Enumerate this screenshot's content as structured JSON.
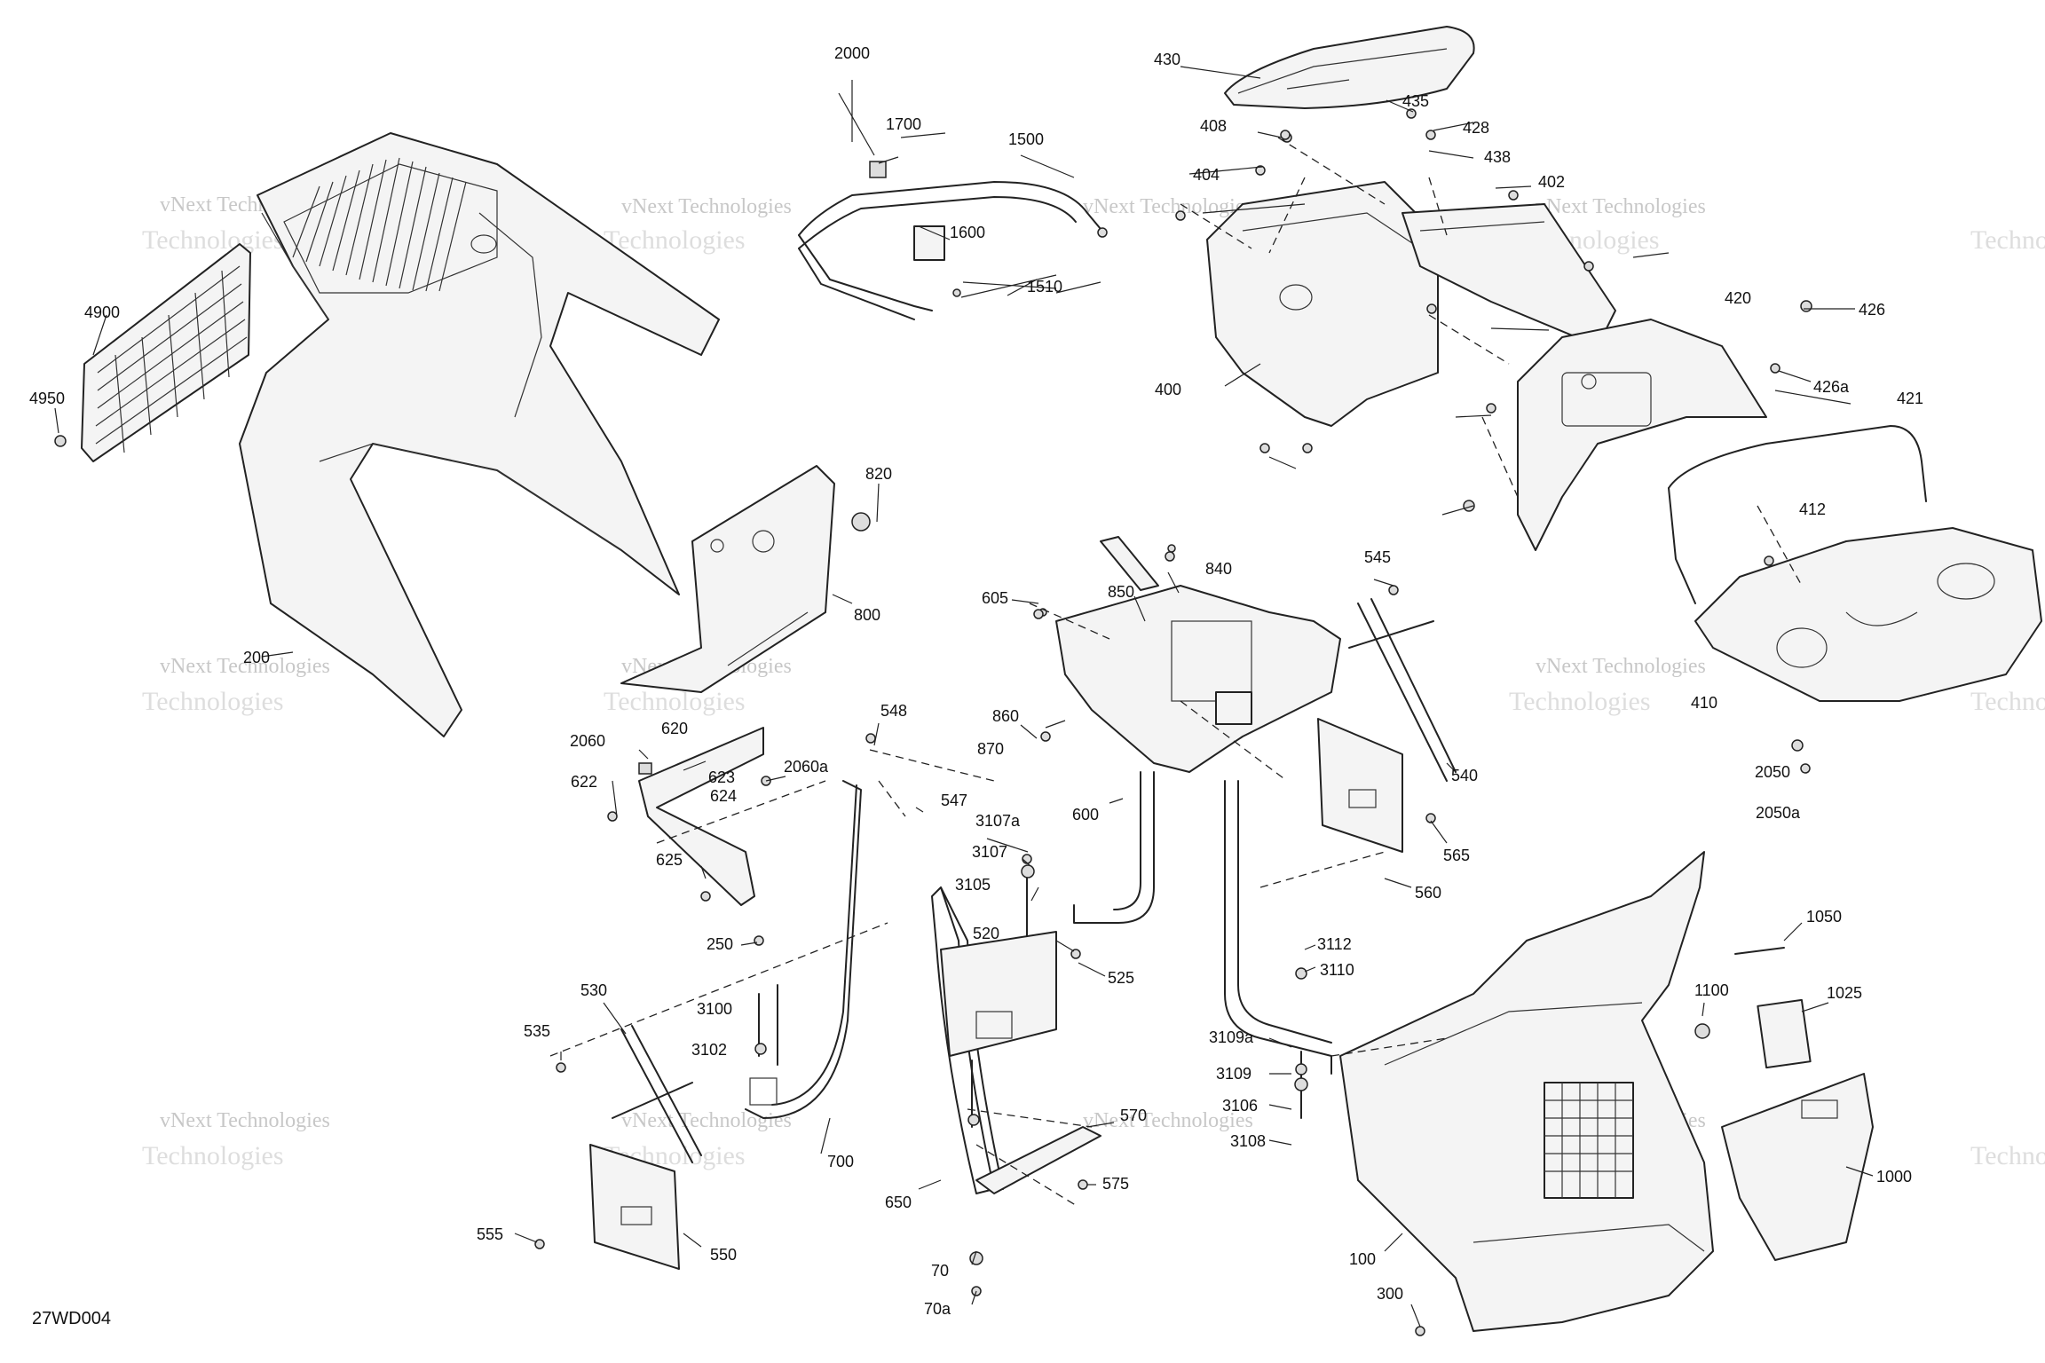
{
  "diagram": {
    "code": "27WD004",
    "watermark_line1": "vNext Technologies",
    "watermark_line2": "Technologies",
    "callouts": [
      "2000",
      "1700",
      "1500",
      "1600",
      "1510",
      "430",
      "408",
      "435",
      "428",
      "438",
      "404",
      "402",
      "420",
      "426",
      "426a",
      "421",
      "400",
      "412",
      "410",
      "2050",
      "2050a",
      "4900",
      "4950",
      "200",
      "820",
      "800",
      "840",
      "850",
      "605",
      "860",
      "870",
      "600",
      "545",
      "540",
      "565",
      "560",
      "2060",
      "620",
      "2060a",
      "622",
      "623",
      "624",
      "625",
      "250",
      "548",
      "547",
      "3107a",
      "3107",
      "3105",
      "520",
      "525",
      "3100",
      "3102",
      "535",
      "530",
      "550",
      "555",
      "700",
      "650",
      "570",
      "575",
      "70",
      "70a",
      "3112",
      "3110",
      "3109a",
      "3109",
      "3106",
      "3108",
      "1050",
      "1100",
      "1025",
      "1000",
      "100",
      "300"
    ]
  }
}
